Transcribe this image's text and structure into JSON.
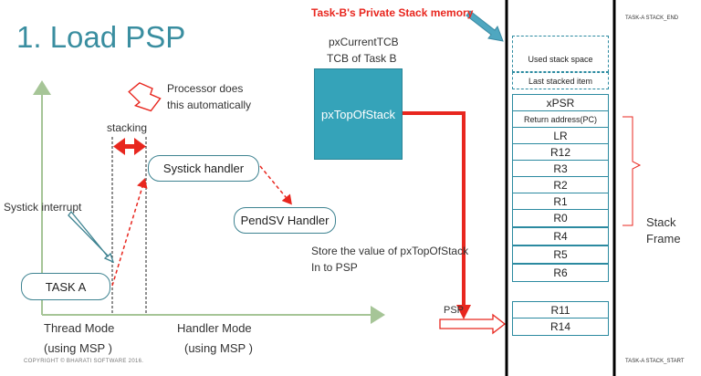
{
  "slide": {
    "title": "1. Load PSP",
    "copyright": "COPYRIGHT © BHARATI SOFTWARE 2016."
  },
  "timeline": {
    "stacking_label": "stacking",
    "processor_note_line1": "Processor does",
    "processor_note_line2": "this automatically",
    "systick_interrupt": "Systick interrupt",
    "thread_mode_line1": "Thread Mode",
    "thread_mode_line2": "(using MSP )",
    "handler_mode_line1": "Handler Mode",
    "handler_mode_line2": "(using MSP )"
  },
  "nodes": {
    "task_a": "TASK A",
    "systick_handler": "Systick handler",
    "pendsv_handler": "PendSV Handler"
  },
  "tcb": {
    "current_tcb": "pxCurrentTCB",
    "tcb_of_task_b": "TCB of Task B",
    "top_of_stack": "pxTopOfStack"
  },
  "store_note_line1": "Store the value of pxTopOfStack",
  "store_note_line2": "In to PSP",
  "psp_label": "PSP",
  "private_stack_title": "Task-B's Private Stack memory",
  "stack": {
    "end_tag": "TASK-A STACK_END",
    "start_tag": "TASK-A STACK_START",
    "used_space": "Used stack space",
    "last_item": "Last stacked item",
    "frame_registers": [
      "xPSR",
      "Return address(PC)",
      "LR",
      "R12",
      "R3",
      "R2",
      "R1",
      "R0",
      "R4",
      "R5",
      "R6"
    ],
    "saved_registers": [
      "R11",
      "R14"
    ],
    "frame_label_line1": "Stack",
    "frame_label_line2": "Frame"
  },
  "colors": {
    "title": "#3a8ea0",
    "accent_red": "#e8271f",
    "tcb_fill": "#35a3b9",
    "axis": "#a6c597",
    "cell_border": "#2b8aa0"
  },
  "icons": {
    "down_arrow": "hollow-red-down-arrow",
    "psp_arrow": "hollow-red-right-arrow",
    "pointer_arrow": "teal-diagonal-arrow"
  }
}
